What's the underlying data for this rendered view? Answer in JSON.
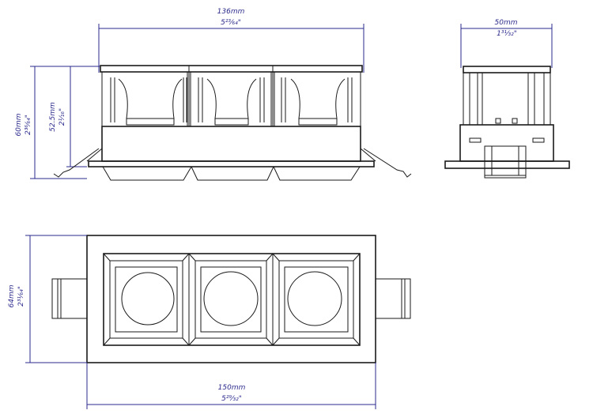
{
  "dimensions": {
    "top_width": {
      "mm": "136mm",
      "inch": "5²³⁄₆₄\""
    },
    "side_width": {
      "mm": "50mm",
      "inch": "1³¹⁄₃₂\""
    },
    "total_height": {
      "mm": "60mm",
      "inch": "2³⁶⁄₆₄\""
    },
    "body_height": {
      "mm": "52.5mm",
      "inch": "2¹⁄₁₆\""
    },
    "bottom_height": {
      "mm": "64mm",
      "inch": "2³¹⁄₆₄\""
    },
    "bottom_width": {
      "mm": "150mm",
      "inch": "5²⁹⁄₃₂\""
    }
  },
  "colors": {
    "line": "#1a1a1a",
    "dimension": "#2a2a8c"
  }
}
